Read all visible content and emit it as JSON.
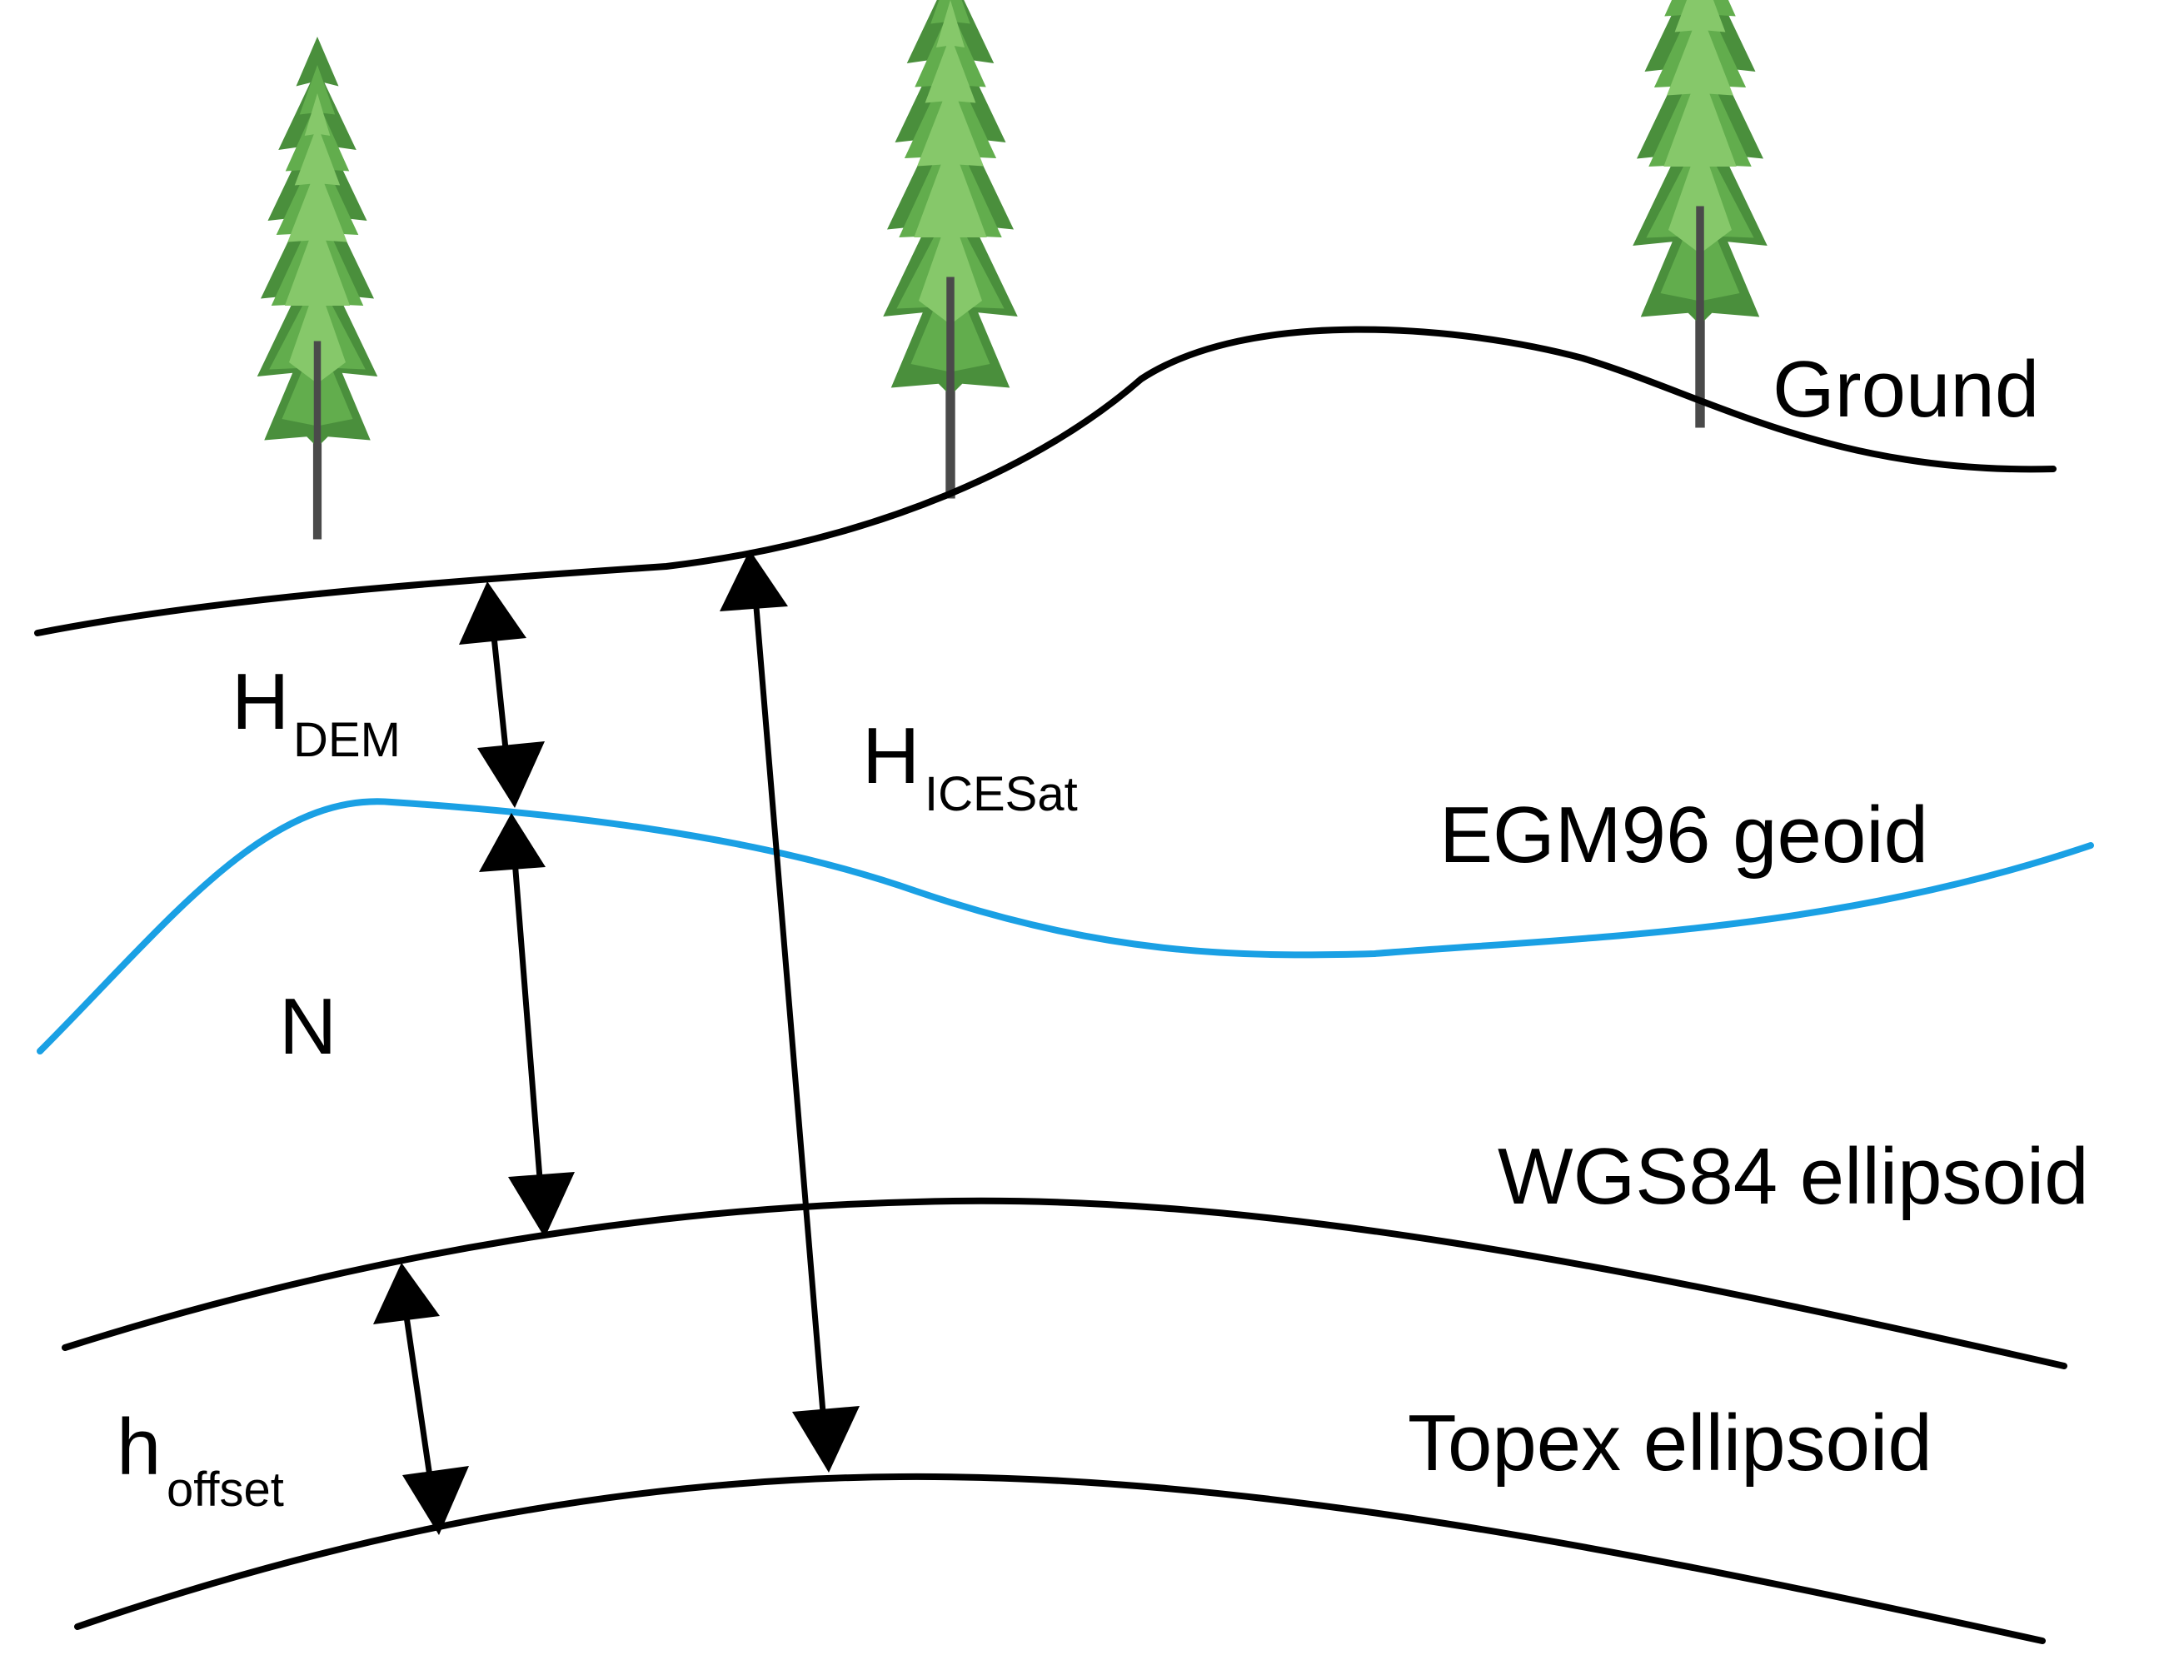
{
  "colors": {
    "line": "#000000",
    "geoid": "#1aa0e4",
    "foliage_dark": "#4a8f3c",
    "foliage_mid": "#62ad4d",
    "foliage_light": "#86c86a",
    "trunk": "#4a4a4a"
  },
  "surfaces": {
    "ground": "Ground",
    "geoid": "EGM96 geoid",
    "wgs84": "WGS84 ellipsoid",
    "topex": "Topex ellipsoid"
  },
  "measures": {
    "h_dem": {
      "main": "H",
      "sub": "DEM"
    },
    "h_icesat": {
      "main": "H",
      "sub": "ICESat"
    },
    "n": {
      "main": "N"
    },
    "h_offset": {
      "main": "h",
      "sub": "offset"
    }
  },
  "icons": [
    "tree-icon",
    "double-arrow-icon"
  ]
}
